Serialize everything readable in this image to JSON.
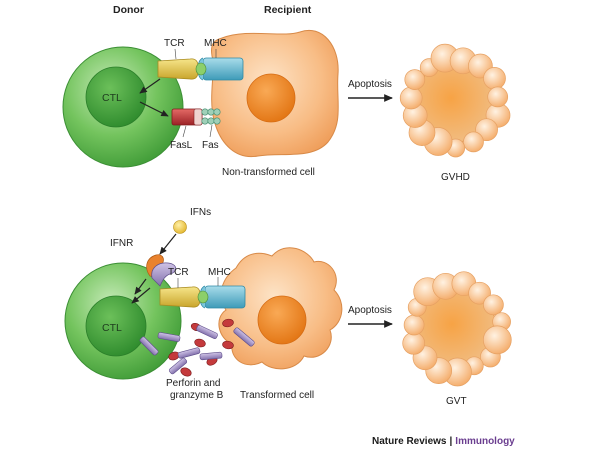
{
  "headers": {
    "donor": "Donor",
    "recipient": "Recipient"
  },
  "top_panel": {
    "tcr": "TCR",
    "mhc": "MHC",
    "ctl": "CTL",
    "fasl": "FasL",
    "fas": "Fas",
    "target_cell": "Non-transformed cell",
    "arrow_label": "Apoptosis",
    "outcome": "GVHD"
  },
  "bottom_panel": {
    "ifns": "IFNs",
    "ifnr": "IFNR",
    "tcr": "TCR",
    "mhc": "MHC",
    "ctl": "CTL",
    "perforin_line1": "Perforin and",
    "perforin_line2": "granzyme B",
    "target_cell": "Transformed cell",
    "arrow_label": "Apoptosis",
    "outcome": "GVT"
  },
  "credit": {
    "publisher": "Nature Reviews",
    "separator": "|",
    "journal": "Immunology"
  },
  "colors": {
    "ctl_fill": "#6fbf5a",
    "ctl_nucleus": "#3f9a38",
    "target_fill": "#f6b27a",
    "target_nucleus": "#ee8a2c",
    "receptor_blue": "#5fb7cf",
    "fasl_red": "#c4353a",
    "tcr_yellow": "#e4c84a",
    "granule_red": "#c0393b",
    "perforin_purple": "#a896c8",
    "ifn_yellow": "#f2cf4e",
    "ifnr_orange": "#e9822e",
    "journal_purple": "#6a3d8f"
  }
}
